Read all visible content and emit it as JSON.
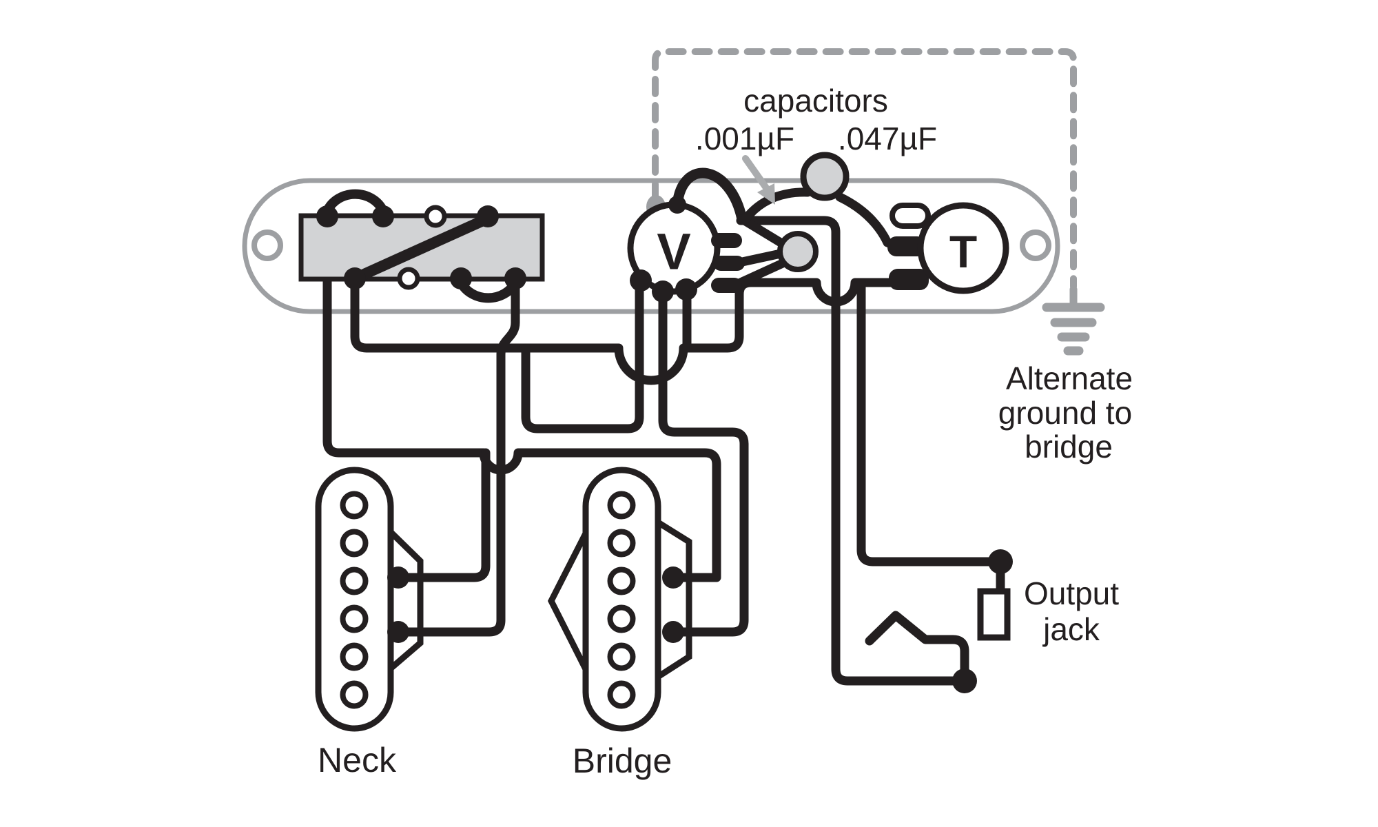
{
  "diagram": {
    "title_implicit": "Telecaster control wiring diagram",
    "labels": {
      "capacitors_title": "capacitors",
      "cap_small_value": ".001µF",
      "cap_large_value": ".047µF",
      "volume_pot": "V",
      "tone_pot": "T",
      "alt_ground_lines": [
        "Alternate",
        "ground to",
        "bridge"
      ],
      "output_jack_lines": [
        "Output",
        "jack"
      ],
      "neck_pickup": "Neck",
      "bridge_pickup": "Bridge"
    },
    "colors": {
      "ink": "#231f20",
      "gray": "#9d9fa2",
      "component_fill": "#d2d3d5",
      "background": "#ffffff"
    },
    "components": [
      "control-plate",
      "pickup-selector-switch",
      "volume-pot",
      "tone-pot",
      "capacitor-.001uF",
      "capacitor-.047uF",
      "neck-pickup",
      "bridge-pickup",
      "output-jack",
      "alternate-ground-symbol"
    ]
  }
}
